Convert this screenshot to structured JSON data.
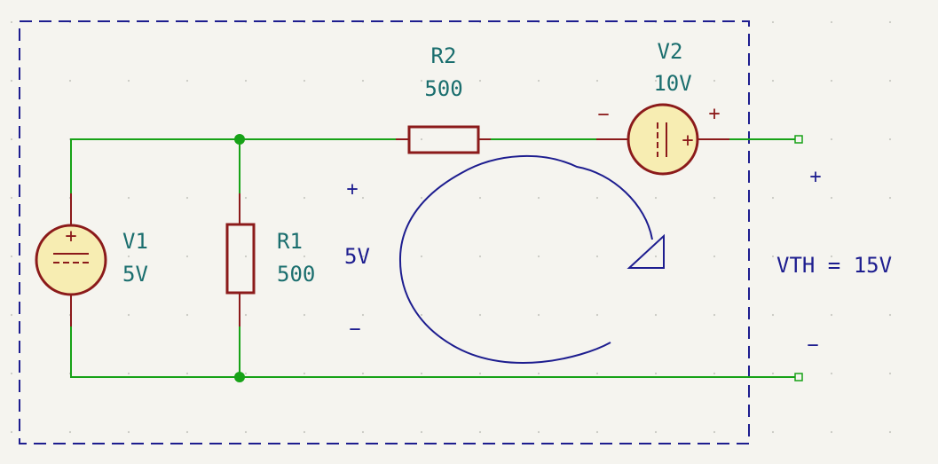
{
  "colors": {
    "background": "#f5f4ef",
    "grid_dot": "#c9c9c4",
    "wire": "#17a217",
    "junction": "#17a217",
    "component_stroke": "#8b1a1a",
    "component_fill": "#f7edb2",
    "component_text": "#1a6e6e",
    "annotation_text": "#1d1d8f",
    "boundary": "#1d1d8f",
    "loop_arrow": "#1d1d8f"
  },
  "components": {
    "v1": {
      "ref": "V1",
      "value": "5V",
      "type": "dc-voltage-source",
      "symbol_plus": "+"
    },
    "r1": {
      "ref": "R1",
      "value": "500",
      "type": "resistor"
    },
    "r2": {
      "ref": "R2",
      "value": "500",
      "type": "resistor"
    },
    "v2": {
      "ref": "V2",
      "value": "10V",
      "type": "dc-voltage-source",
      "symbol_plus": "+",
      "pin_minus": "−",
      "pin_plus": "+"
    }
  },
  "annotations": {
    "r1_voltage": {
      "plus": "+",
      "value": "5V",
      "minus": "−"
    },
    "output": {
      "plus": "+",
      "label": "VTH = 15V",
      "minus": "−"
    }
  },
  "boundary_style": "dashed",
  "loop_direction": "clockwise"
}
